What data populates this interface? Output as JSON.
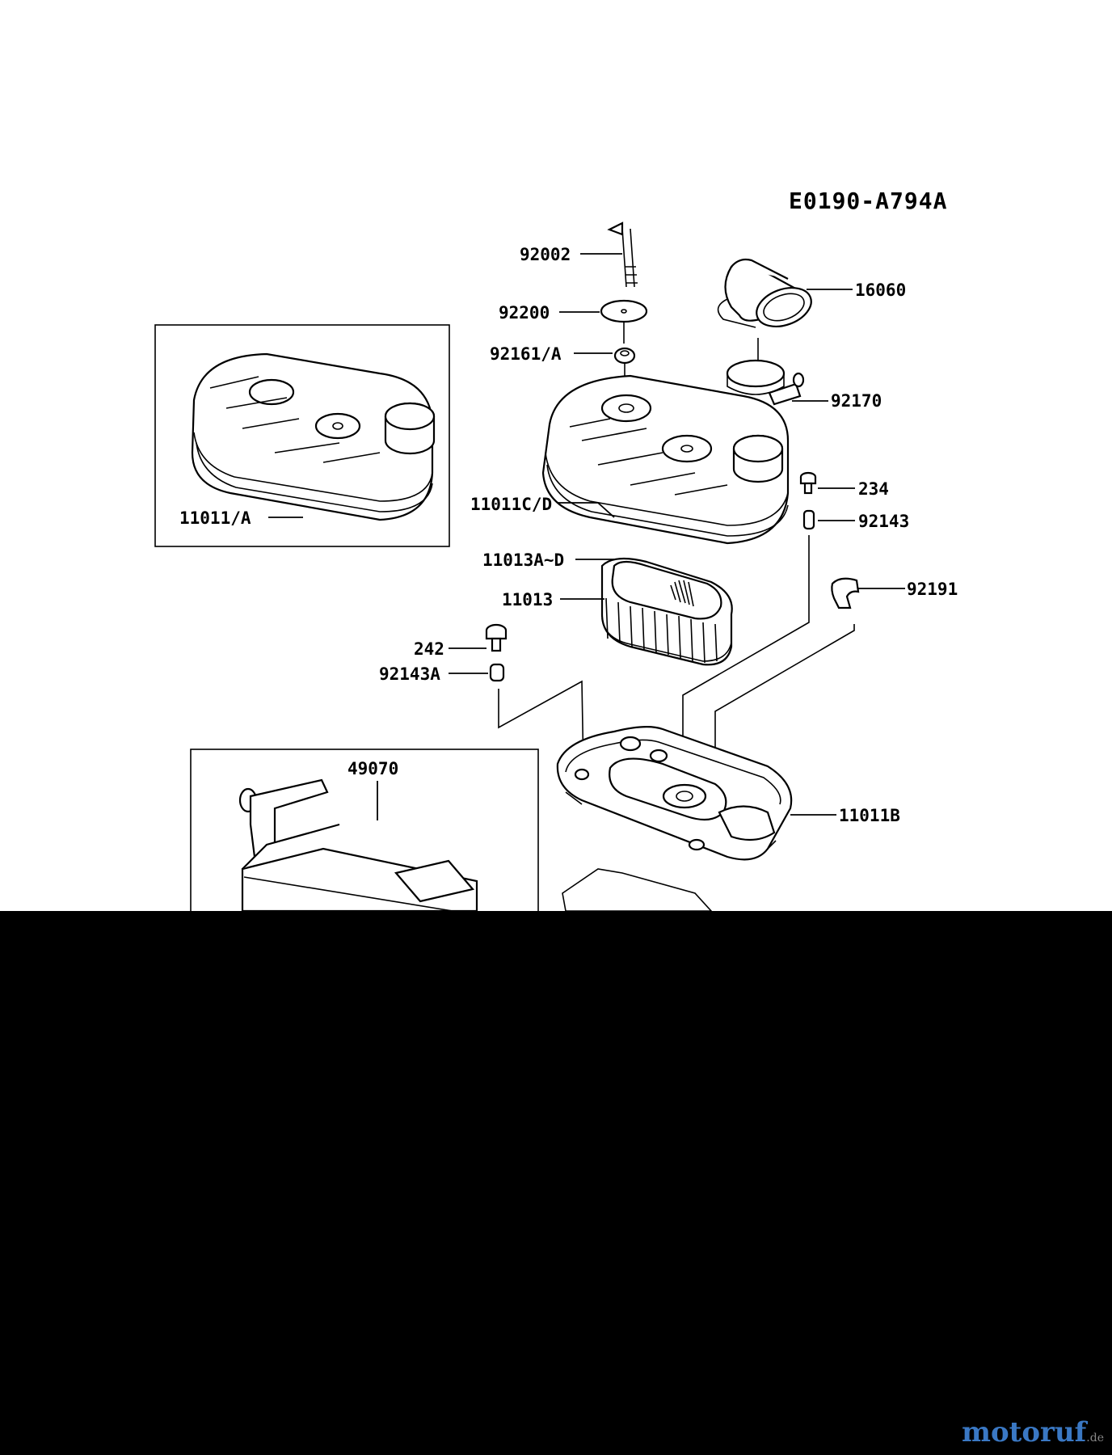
{
  "diagram_code": "E0190-A794A",
  "parts": {
    "p92002": "92002",
    "p92200": "92200",
    "p92161a": "92161/A",
    "p16060": "16060",
    "p92170": "92170",
    "p11011a": "11011/A",
    "p11011cd": "11011C/D",
    "p234": "234",
    "p92143": "92143",
    "p11013ad": "11013A~D",
    "p11013": "11013",
    "p92191": "92191",
    "p242": "242",
    "p92143a": "92143A",
    "p49070": "49070",
    "p11011b": "11011B"
  },
  "watermark": {
    "text": "motoruf",
    "suffix": ".de"
  },
  "colors": {
    "background": "#ffffff",
    "line": "#000000",
    "lower_region": "#000000",
    "watermark": "#3a78c4"
  }
}
